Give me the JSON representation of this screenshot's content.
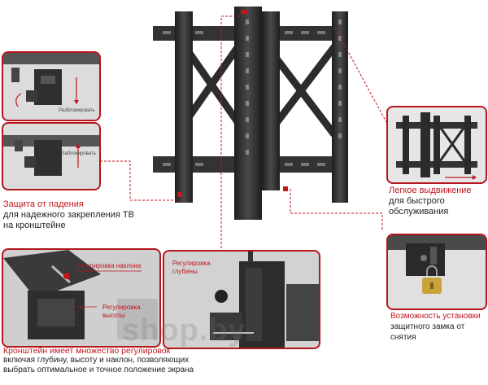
{
  "panels": {
    "unlock": {
      "label": "Разблокировать"
    },
    "lock": {
      "label": "Заблокировать"
    },
    "tilt_detail": {
      "tilt_label": "Регулировка наклона",
      "height_label": "Регулировка высоты"
    },
    "depth_detail": {
      "depth_label": "Регулировка глубины"
    }
  },
  "captions": {
    "fall_protection": {
      "title": "Защита от падения",
      "body": "для надежного закрепления ТВ на кронштейне"
    },
    "easy_slide": {
      "title": "Легкое выдвижение",
      "body": "для быстрого обслуживания"
    },
    "lock_install": {
      "title": "Возможность установки",
      "body": "защитного замка от снятия"
    },
    "adjustments": {
      "title": "Кронштейн имеет множество регулировок",
      "body": "включая глубину, высоту и наклон, позволяющих выбрать оптимальное и точное положение экрана"
    }
  },
  "watermark": "shop.by",
  "colors": {
    "accent": "#c0161d",
    "metal": "#2a2a2a",
    "panel_bg": "#d9d9d9"
  }
}
